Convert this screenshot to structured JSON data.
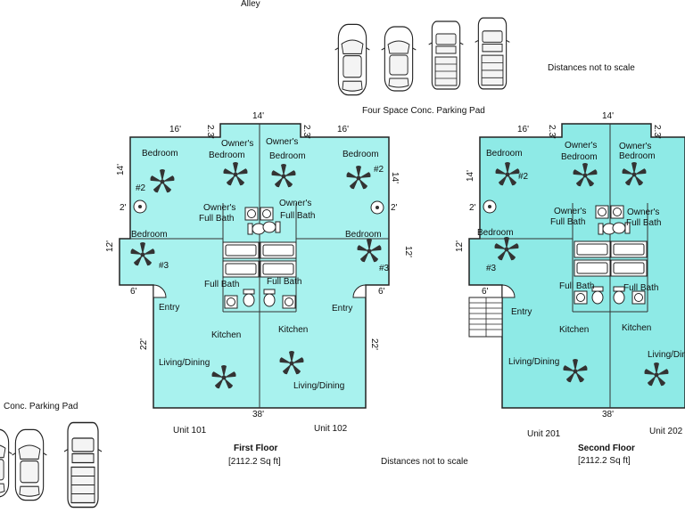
{
  "labels": {
    "alley": "Alley",
    "parking_pad_top": "Four Space Conc. Parking Pad",
    "parking_pad_left": "Conc. Parking Pad",
    "distances_top": "Distances not to scale",
    "distances_bottom": "Distances not to scale"
  },
  "first_floor": {
    "title": "First Floor",
    "area": "[2112.2 Sq ft]",
    "unit_left": "Unit 101",
    "unit_right": "Unit 102",
    "dims": {
      "top_left": "16'",
      "top_step_left": "2.3'",
      "top_mid": "14'",
      "top_step_right": "2.3'",
      "top_right": "16'",
      "left_upper": "14'",
      "left_bump": "2'",
      "left_mid": "12'",
      "left_entry": "6'",
      "left_lower": "22'",
      "right_upper": "14'",
      "right_bump": "2'",
      "right_mid": "12'",
      "right_entry": "6'",
      "right_lower": "22'",
      "bottom": "38'"
    },
    "rooms": {
      "bedroom2_left": "Bedroom",
      "num2_left": "#2",
      "owners_bedroom_left_1": "Owner's",
      "owners_bedroom_left_2": "Bedroom",
      "owners_bedroom_right_1": "Owner's",
      "owners_bedroom_right_2": "Bedroom",
      "bedroom2_right": "Bedroom",
      "num2_right": "#2",
      "owners_bath_left_1": "Owner's",
      "owners_bath_left_2": "Full Bath",
      "owners_bath_right_1": "Owner's",
      "owners_bath_right_2": "Full Bath",
      "bedroom3_left": "Bedroom",
      "num3_left": "#3",
      "bedroom3_right": "Bedroom",
      "num3_right": "#3",
      "full_bath_left": "Full Bath",
      "full_bath_right": "Full Bath",
      "entry_left": "Entry",
      "entry_right": "Entry",
      "kitchen_left": "Kitchen",
      "kitchen_right": "Kitchen",
      "living_left": "Living/Dining",
      "living_right": "Living/Dining"
    }
  },
  "second_floor": {
    "title": "Second Floor",
    "area": "[2112.2 Sq ft]",
    "unit_left": "Unit 201",
    "unit_right": "Unit 202",
    "dims": {
      "top_left": "16'",
      "top_step_left": "2.3'",
      "top_mid": "14'",
      "top_step_right": "2.3'",
      "left_upper": "14'",
      "left_bump": "2'",
      "left_mid": "12'",
      "left_entry": "6'",
      "bottom": "38'"
    },
    "rooms": {
      "bedroom2": "Bedroom",
      "num2": "#2",
      "owners_bedroom_left_1": "Owner's",
      "owners_bedroom_left_2": "Bedroom",
      "owners_bedroom_right_1": "Owner's",
      "owners_bedroom_right_2": "Bedroom",
      "owners_bath_left_1": "Owner's",
      "owners_bath_left_2": "Full Bath",
      "owners_bath_right_1": "Owner's",
      "owners_bath_right_2": "Full Bath",
      "bedroom3": "Bedroom",
      "num3": "#3",
      "full_bath_left": "Full Bath",
      "full_bath_right": "Full Bath",
      "entry": "Entry",
      "kitchen_left": "Kitchen",
      "kitchen_right": "Kitchen",
      "living_left": "Living/Dining",
      "living_right": "Living/Dining"
    }
  },
  "icons": [
    "car-icon",
    "ceiling-fan-icon",
    "toilet-icon",
    "sink-icon",
    "bathtub-icon",
    "water-heater-icon",
    "door-swing-icon",
    "stairs-icon"
  ],
  "colors": {
    "floor_fill": "#a8f2ee",
    "floor_fill_2": "#8eeae6",
    "outline": "#222222"
  }
}
